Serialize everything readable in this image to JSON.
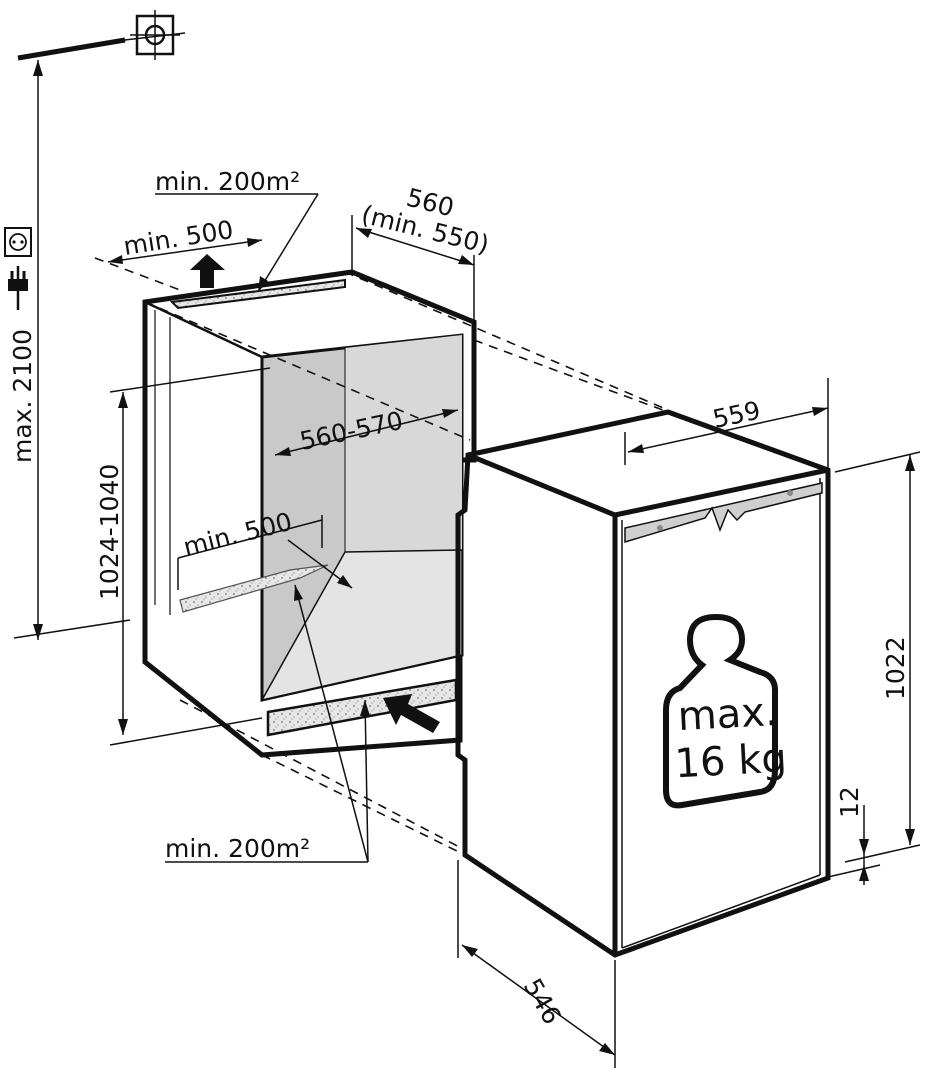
{
  "dimensions": {
    "vent_area_top": "min. 200m²",
    "niche_width_a": "560",
    "niche_width_b": "(min. 550)",
    "top_clearance": "min. 500",
    "cavity_width": "560-570",
    "niche_height": "1024-1040",
    "max_height": "max. 2100",
    "floor_depth": "min. 500",
    "vent_area_bottom": "min. 200m²",
    "appliance_width": "559",
    "appliance_height": "1022",
    "plinth_height": "12",
    "appliance_depth": "546"
  },
  "weight_label": {
    "line1": "max.",
    "line2": "16 kg"
  },
  "icons": [
    "plumb-target-icon",
    "power-socket-icon",
    "power-plug-icon",
    "weight-icon",
    "arrow-up-icon",
    "arrow-in-icon"
  ]
}
